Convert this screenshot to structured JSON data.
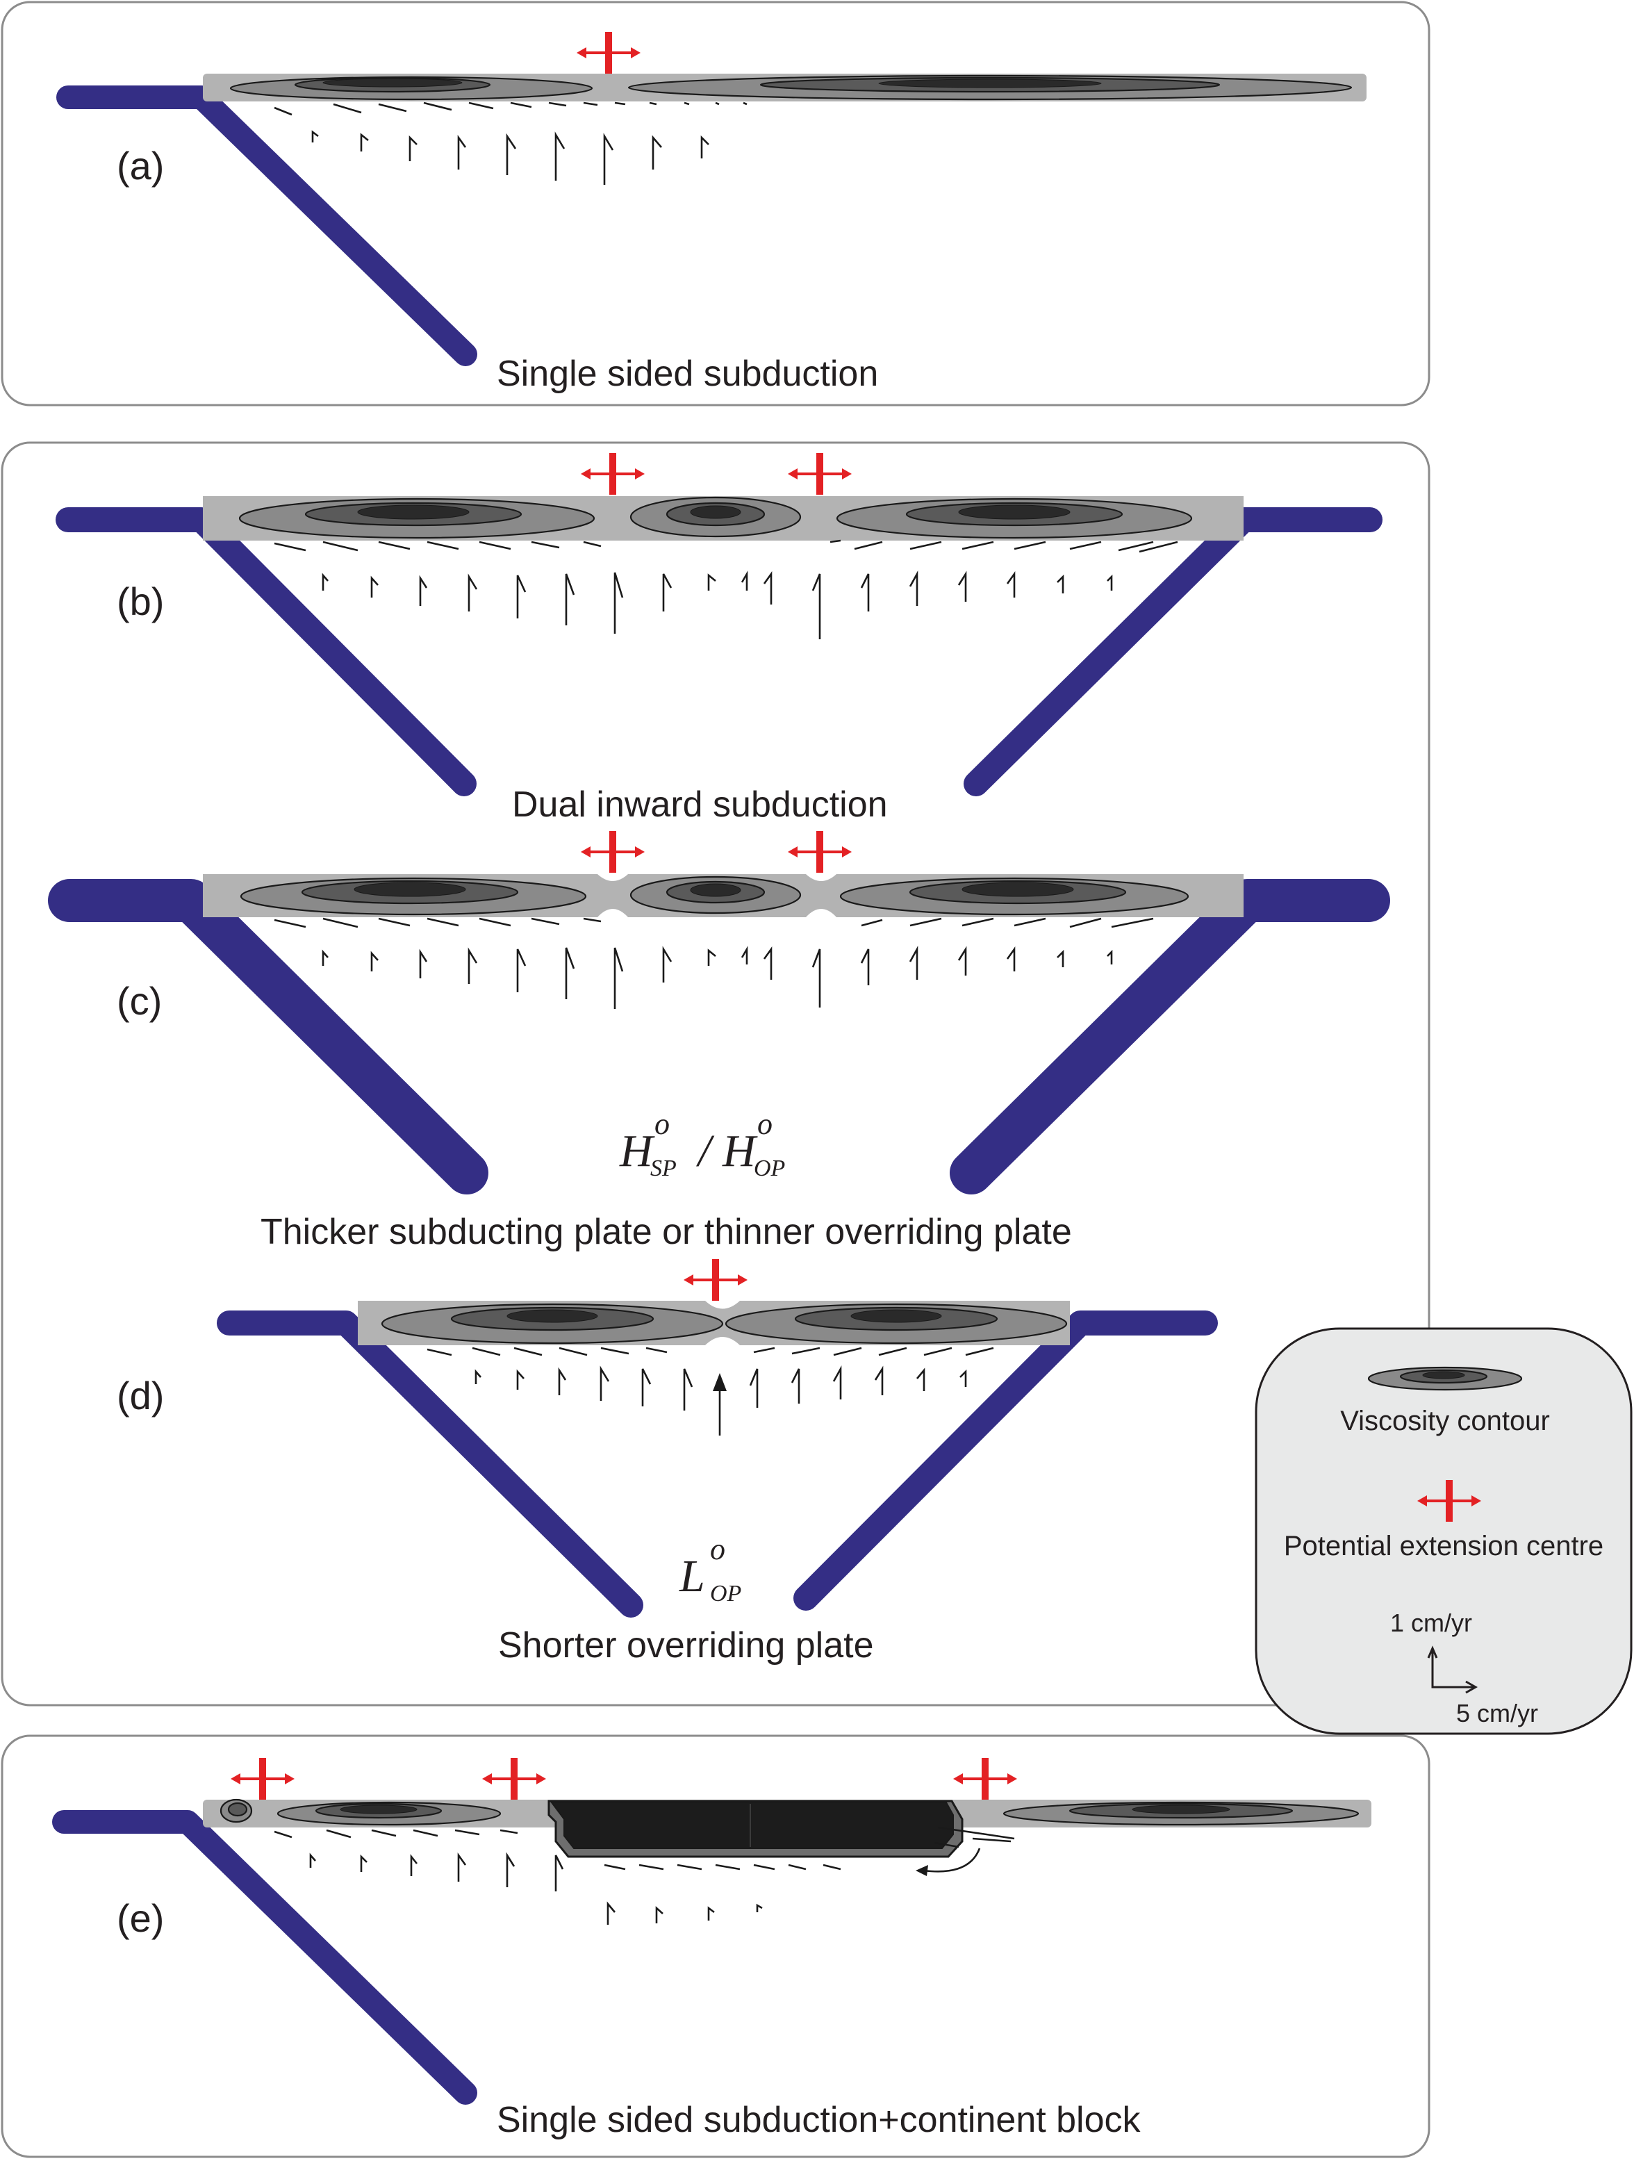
{
  "panels": [
    {
      "id": "a",
      "label": "(a)",
      "caption": "Single sided subduction"
    },
    {
      "id": "b",
      "label": "(b)",
      "caption": "Dual inward subduction"
    },
    {
      "id": "c",
      "label": "(c)",
      "caption": "Thicker subducting plate or thinner overriding plate",
      "parameter": {
        "symbol": "H",
        "sup1": "o",
        "sub1": "SP",
        "slash": "/",
        "sup2": "o",
        "sub2": "OP"
      }
    },
    {
      "id": "d",
      "label": "(d)",
      "caption": "Shorter overriding plate",
      "parameter": {
        "symbol": "L",
        "sup": "o",
        "sub": "OP"
      }
    },
    {
      "id": "e",
      "label": "(e)",
      "caption": "Single sided subduction+continent block"
    }
  ],
  "legend": {
    "viscosity": "Viscosity contour",
    "extension": "Potential extension centre",
    "scale_vertical": "1 cm/yr",
    "scale_horizontal": "5 cm/yr"
  },
  "colors": {
    "slab": "#342e85",
    "lithosphere": "#b3b3b3",
    "contour_outer": "#8a8a8a",
    "contour_mid": "#5a5a5a",
    "contour_inner": "#2a2a2a",
    "extension": "#e32124",
    "continent": "#1c1c1c",
    "legend_bg": "#e8e9e9"
  }
}
